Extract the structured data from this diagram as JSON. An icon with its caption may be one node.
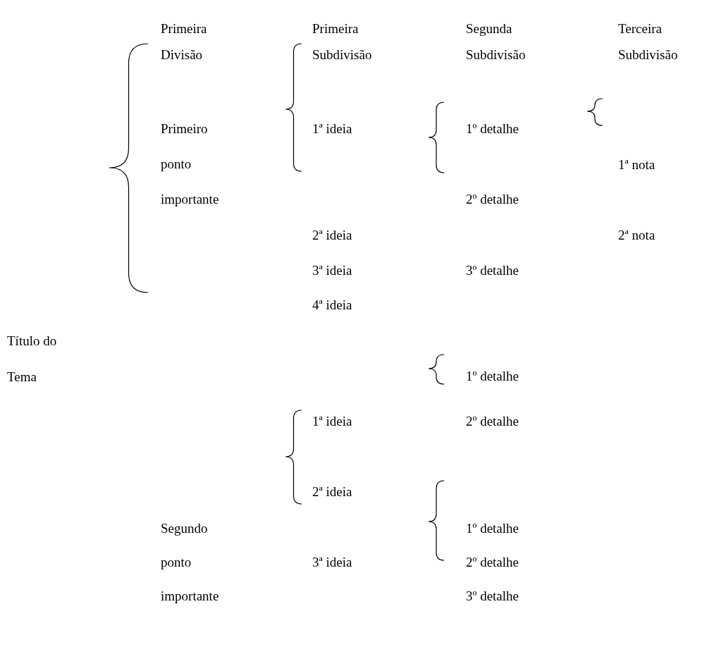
{
  "diagram": {
    "labels": [
      "Primeira Divisão",
      "Primeira Subdivisão",
      "Segunda Subdivisão",
      "Terceira Subdivisão",
      "Primeiro ponto importante",
      "1ª ideia",
      "1º detalhe",
      "1ª nota",
      "2º detalhe",
      "2ª ideia",
      "2ª nota",
      "3ª ideia",
      "3º detalhe",
      "4ª ideia",
      "Título do Tema",
      "1º detalhe",
      "1ª ideia",
      "2º detalhe",
      "Segundo ponto importante",
      "2ª ideia",
      "1º detalhe",
      "3ª ideia",
      "2º detalhe",
      "3º detalhe"
    ]
  }
}
